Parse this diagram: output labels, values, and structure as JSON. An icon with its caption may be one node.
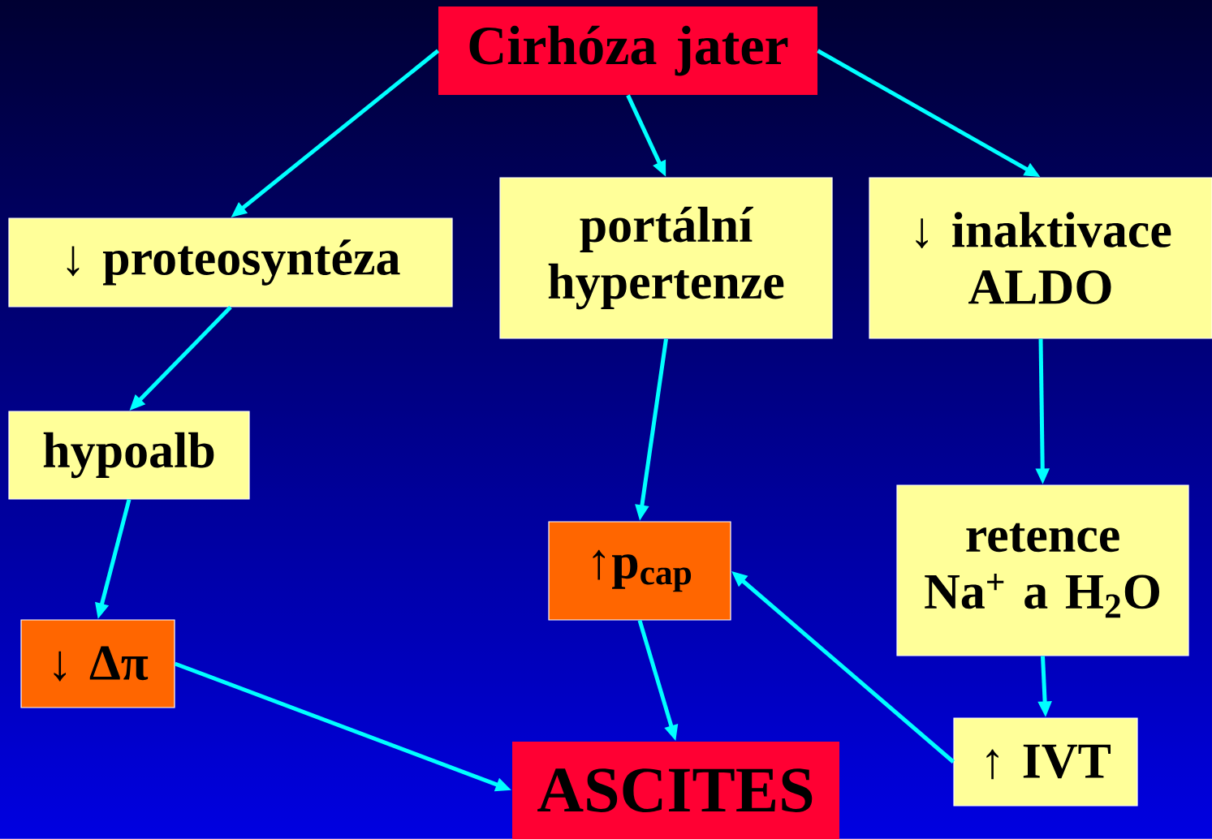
{
  "diagram": {
    "nodes": [
      {
        "text": [
          "Cirhóza jater"
        ]
      },
      {
        "text": [
          "↓ proteosyntéza"
        ]
      },
      {
        "text": [
          "portální hypertenze"
        ]
      },
      {
        "text": [
          "↓ inaktivace ALDO"
        ]
      },
      {
        "text": [
          "hypoalb"
        ]
      },
      {
        "text": [
          "↑p$_{cap}$"
        ]
      },
      {
        "text": [
          "retence Na$^{+}$ a H$_{2}$O"
        ]
      },
      {
        "text": [
          "↓ Δπ"
        ]
      },
      {
        "text": [
          "ASCITES"
        ]
      },
      {
        "text": [
          "↑ IVT"
        ]
      }
    ],
    "edges": [
      {
        "from": 0,
        "to": 1,
        "arrow": "to"
      },
      {
        "from": 0,
        "to": 2,
        "arrow": "to"
      },
      {
        "from": 0,
        "to": 3,
        "arrow": "to"
      },
      {
        "from": 1,
        "to": 4,
        "arrow": "to"
      },
      {
        "from": 2,
        "to": 5,
        "arrow": "to"
      },
      {
        "from": 3,
        "to": 6,
        "arrow": "to"
      },
      {
        "from": 4,
        "to": 7,
        "arrow": "to"
      },
      {
        "from": 7,
        "to": 8,
        "arrow": "to"
      },
      {
        "from": 5,
        "to": 8,
        "arrow": "to"
      },
      {
        "from": 6,
        "to": 9,
        "arrow": "to"
      },
      {
        "from": 9,
        "to": 5,
        "arrow": "to"
      }
    ]
  }
}
